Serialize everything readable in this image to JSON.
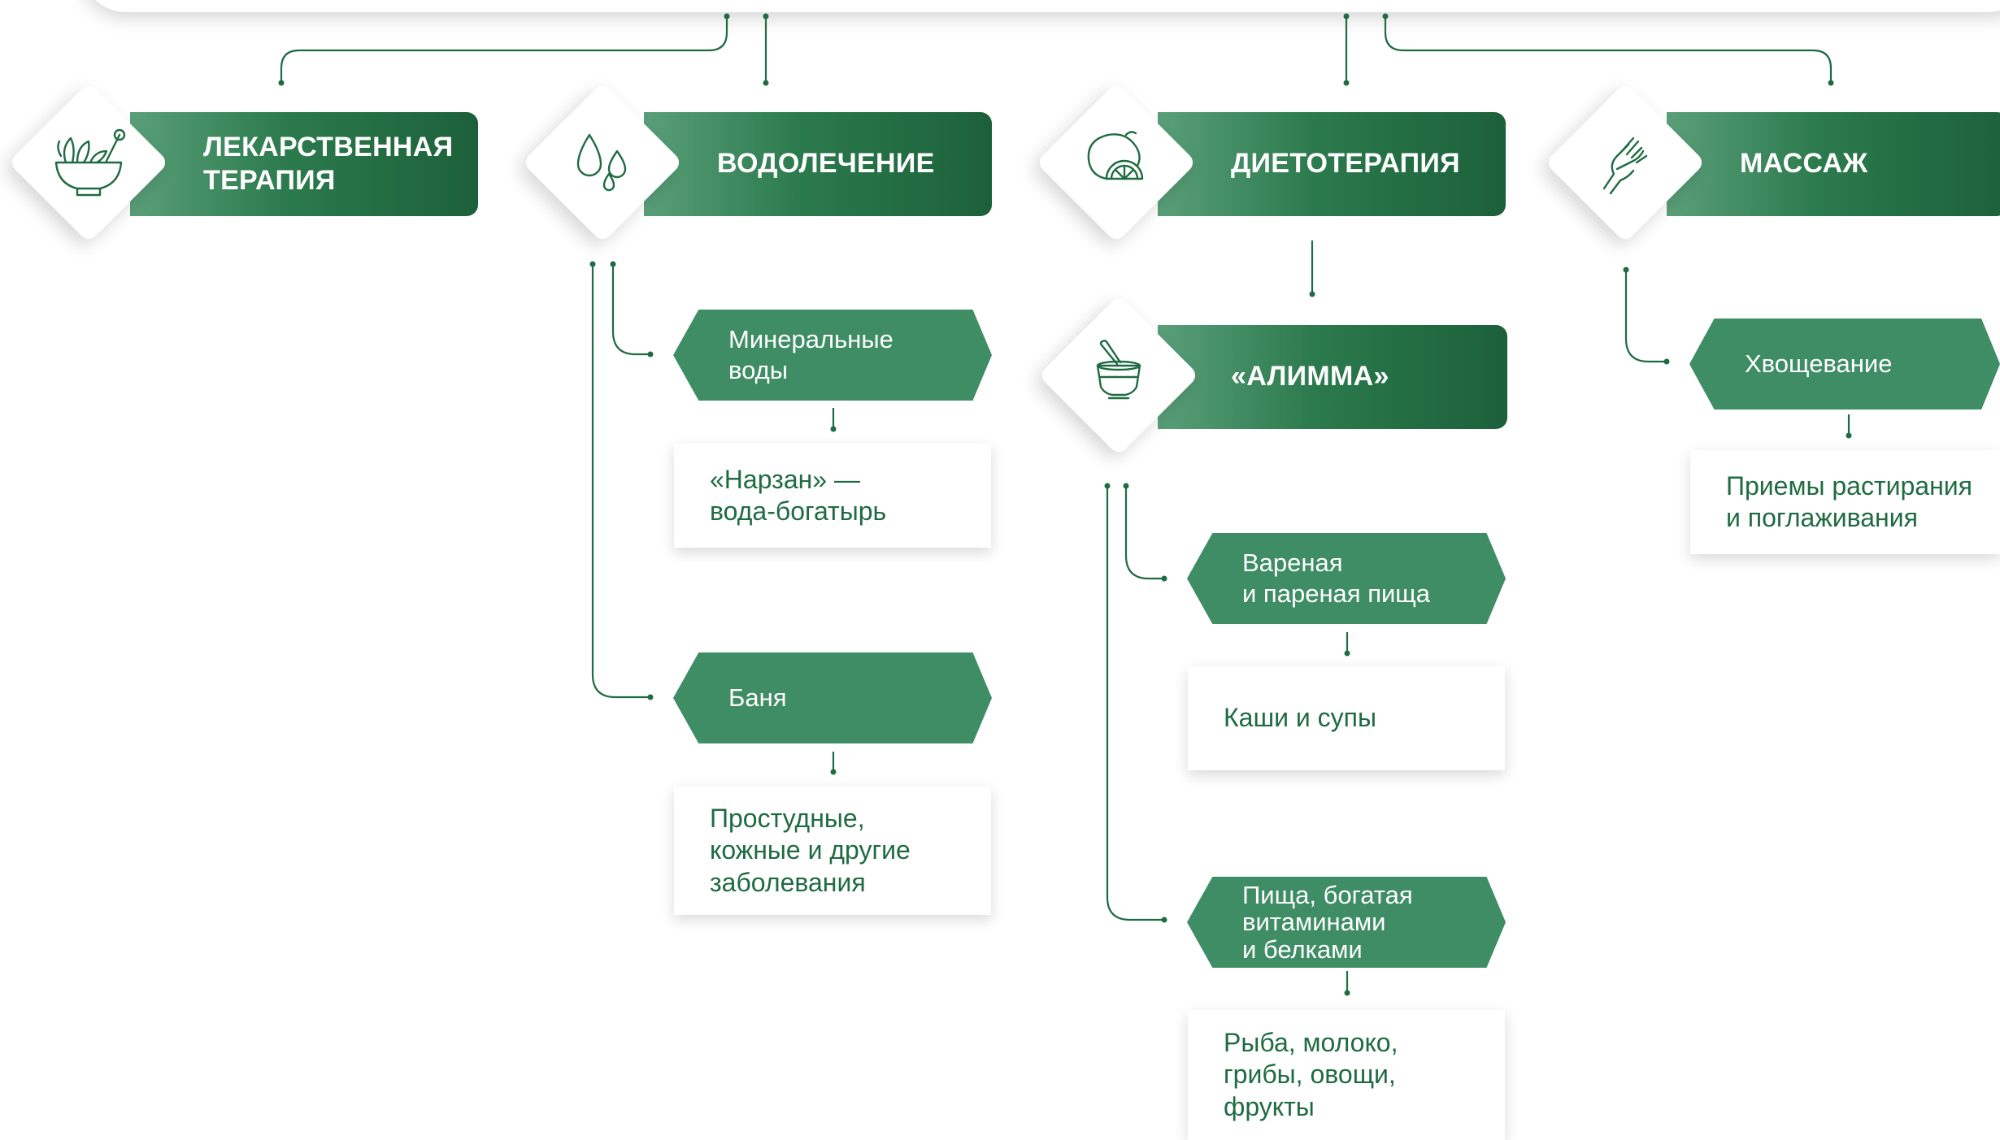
{
  "colors": {
    "dark_green": "#1c6039",
    "mid_green": "#3f8d65",
    "line_green": "#1f6b42",
    "card_text": "#1f6b42"
  },
  "categories": [
    {
      "id": "drug",
      "label": "ЛЕКАРСТВЕННАЯ\nТЕРАПИЯ",
      "icon": "mortar-herbs-icon"
    },
    {
      "id": "water",
      "label": "ВОДОЛЕЧЕНИЕ",
      "icon": "water-drops-icon"
    },
    {
      "id": "diet",
      "label": "ДИЕТОТЕРАПИЯ",
      "icon": "lemon-icon"
    },
    {
      "id": "massage",
      "label": "МАССАЖ",
      "icon": "massage-hands-icon"
    }
  ],
  "alimma": {
    "label": "«АЛИММА»",
    "icon": "mortar-pestle-icon"
  },
  "water_items": [
    {
      "title": "Минеральные\nводы",
      "detail": "«Нарзан» —\nвода-богатырь"
    },
    {
      "title": "Баня",
      "detail": "Простудные,\nкожные и другие\nзаболевания"
    }
  ],
  "diet_items": [
    {
      "title": "Вареная\nи пареная пища",
      "detail": "Каши и супы"
    },
    {
      "title": "Пища, богатая\nвитаминами\nи белками",
      "detail": "Рыба, молоко,\nгрибы, овощи,\nфрукты"
    }
  ],
  "massage_items": [
    {
      "title": "Хвощевание",
      "detail": "Приемы растирания\nи поглаживания"
    }
  ]
}
